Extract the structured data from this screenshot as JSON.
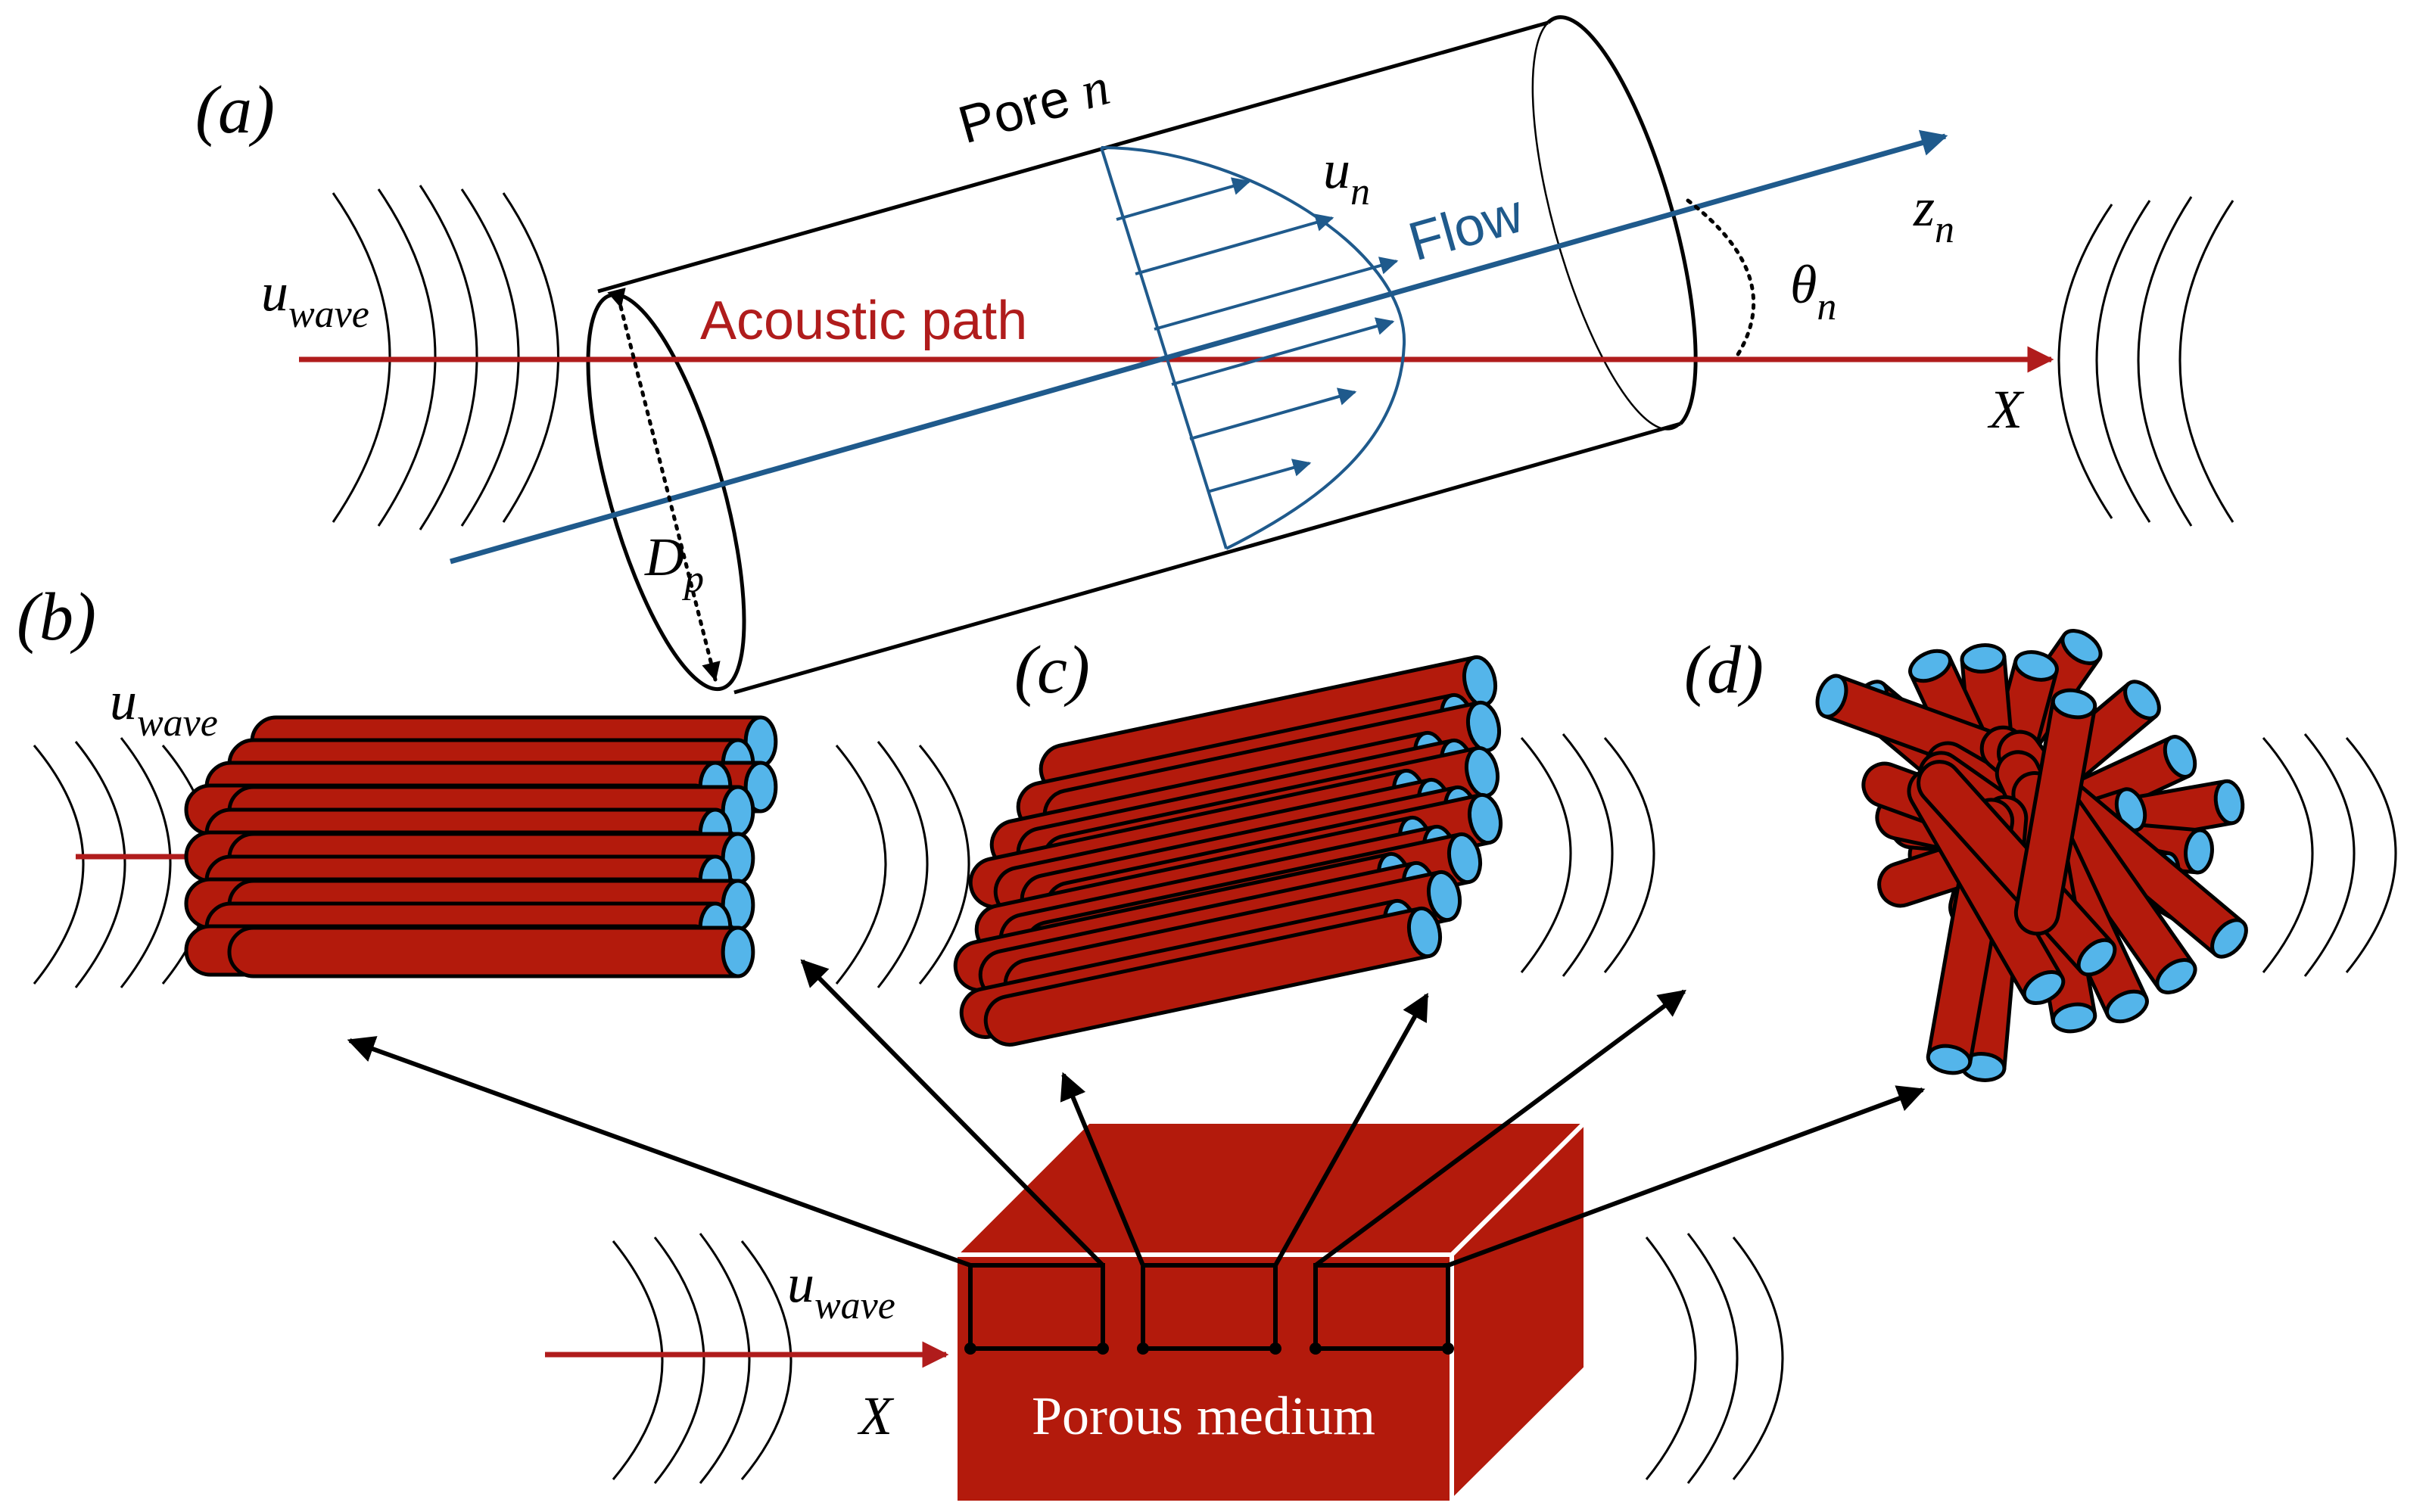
{
  "panels": {
    "a": "(a)",
    "b": "(b)",
    "c": "(c)",
    "d": "(d)"
  },
  "pore_label": {
    "main": "Pore ",
    "index": "n"
  },
  "velocity_label": {
    "main": "u",
    "sub": "n"
  },
  "flow_label": "Flow",
  "axis_label": {
    "main": "z",
    "sub": "n"
  },
  "angle_label": {
    "main": "θ",
    "sub": "n"
  },
  "acoustic_path_label": "Acoustic path",
  "x_axis_label": "X",
  "wave_label": {
    "main": "u",
    "sub": "wave"
  },
  "diameter_label": {
    "main": "D",
    "sub": "p"
  },
  "porous_medium_label": "Porous medium",
  "colors": {
    "acoustic_red": "#b01c1c",
    "flow_blue": "#1f5a8c",
    "tube_red": "#b31a0c",
    "pore_cyan": "#54b5ea",
    "block_red": "#b31a0c"
  }
}
